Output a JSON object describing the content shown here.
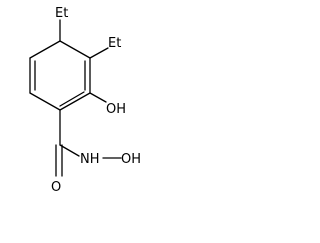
{
  "structure": {
    "labels": {
      "ethyl_top": "Et",
      "ethyl_right": "Et",
      "hydroxyl": "OH",
      "carbonyl_oxygen": "O",
      "amide_nitrogen": "NH",
      "hydroxyl_on_nitrogen": "OH"
    },
    "bond_color": "#000000",
    "text_color": "#000000"
  }
}
